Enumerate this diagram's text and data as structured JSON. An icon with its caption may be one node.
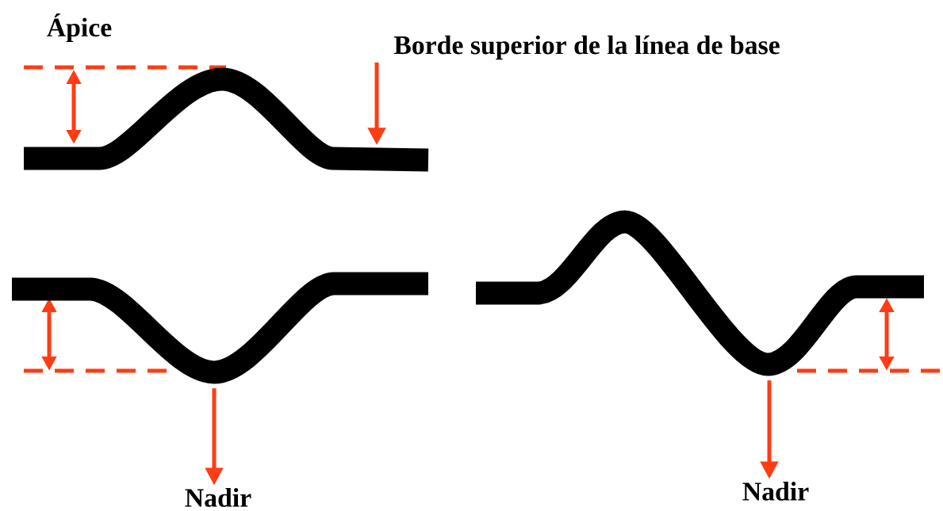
{
  "diagram": {
    "nodes": [
      {
        "text": [
          "Borde superior de la línea de base"
        ]
      },
      {
        "text": [],
        "shape": "line"
      },
      {
        "text": [],
        "shape": "line"
      },
      {
        "text": [
          "Nadir"
        ]
      },
      {
        "text": [],
        "shape": "line"
      },
      {
        "text": [
          "Nadir"
        ]
      }
    ],
    "edges": [
      {
        "from": 0,
        "to": 1,
        "arrow": "to"
      },
      {
        "from": 2,
        "to": 3,
        "arrow": "to"
      },
      {
        "from": 4,
        "to": 5,
        "arrow": "to"
      }
    ],
    "labels": [
      "Ápice"
    ]
  }
}
